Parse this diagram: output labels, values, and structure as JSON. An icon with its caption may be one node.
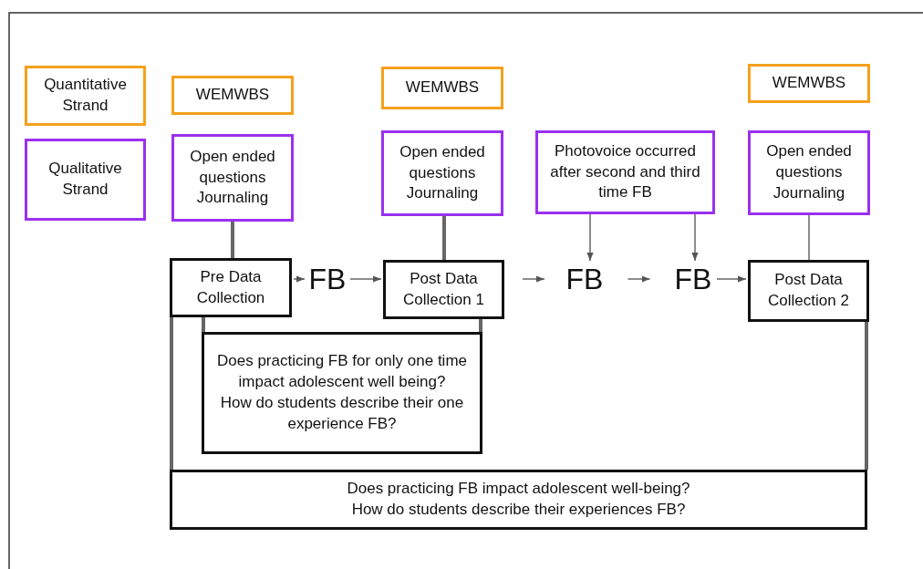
{
  "diagram": {
    "nodes": [
      {
        "text": [
          "Quantitative Strand"
        ]
      },
      {
        "text": [
          "Qualitative Strand"
        ]
      },
      {
        "text": [
          "WEMWBS"
        ]
      },
      {
        "text": [
          "Open ended questions Journaling"
        ]
      },
      {
        "text": [
          "WEMWBS"
        ]
      },
      {
        "text": [
          "Open ended questions Journaling"
        ]
      },
      {
        "text": [
          "Photovoice occurred after second and third time FB"
        ]
      },
      {
        "text": [
          "WEMWBS"
        ]
      },
      {
        "text": [
          "Open ended questions Journaling"
        ]
      },
      {
        "text": [
          "Pre Data Collection"
        ]
      },
      {
        "text": [
          "FB"
        ]
      },
      {
        "text": [
          "Post Data Collection  1"
        ]
      },
      {
        "text": [
          "FB"
        ]
      },
      {
        "text": [
          "FB"
        ]
      },
      {
        "text": [
          "Post Data Collection 2"
        ]
      },
      {
        "text": [
          "Does practicing FB for only one time impact adolescent well being?",
          "How do students describe their one experience FB?"
        ]
      },
      {
        "text": [
          "Does practicing FB impact adolescent well-being?",
          "How do students describe their experiences FB?"
        ]
      }
    ],
    "edges": [
      {
        "from": 3,
        "to": 9,
        "arrow": "none",
        "style": "thick"
      },
      {
        "from": 5,
        "to": 11,
        "arrow": "none",
        "style": "thick"
      },
      {
        "from": 8,
        "to": 14,
        "arrow": "none"
      },
      {
        "from": 9,
        "to": 10,
        "arrow": "to"
      },
      {
        "from": 10,
        "to": 11,
        "arrow": "to"
      },
      {
        "from": 11,
        "to": 12,
        "arrow": "to"
      },
      {
        "from": 12,
        "to": 13,
        "arrow": "to"
      },
      {
        "from": 13,
        "to": 14,
        "arrow": "to"
      },
      {
        "from": 6,
        "to": 12,
        "arrow": "to"
      },
      {
        "from": 6,
        "to": 13,
        "arrow": "to"
      },
      {
        "from": 9,
        "to": 15,
        "arrow": "none",
        "style": "thick"
      },
      {
        "from": 11,
        "to": 15,
        "arrow": "none",
        "style": "thick"
      },
      {
        "from": 9,
        "to": 16,
        "arrow": "none",
        "style": "thick"
      },
      {
        "from": 14,
        "to": 16,
        "arrow": "none",
        "style": "thick"
      }
    ]
  }
}
